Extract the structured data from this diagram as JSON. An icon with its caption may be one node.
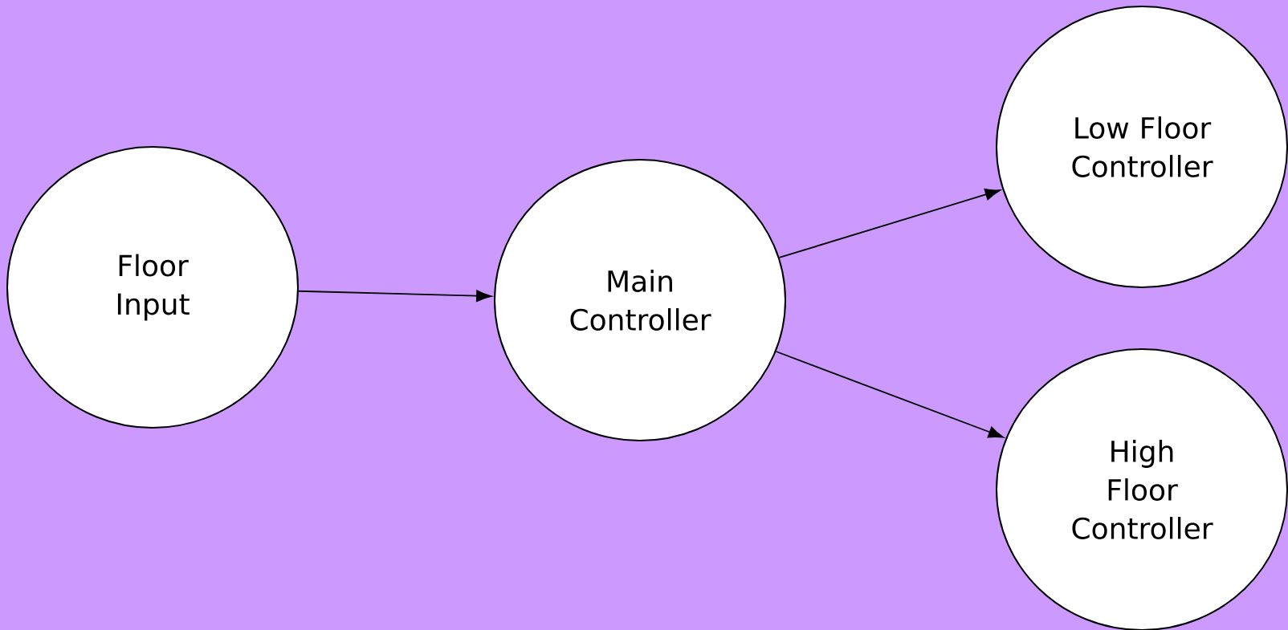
{
  "diagram": {
    "nodes": [
      {
        "text": [
          "Floor Input"
        ]
      },
      {
        "text": [
          "Main Controller"
        ]
      },
      {
        "text": [
          "Low Floor Controller"
        ]
      },
      {
        "text": [
          "High Floor Controller"
        ]
      }
    ],
    "edges": [
      {
        "from": 0,
        "to": 1,
        "arrow": "to"
      },
      {
        "from": 1,
        "to": 2,
        "arrow": "to"
      },
      {
        "from": 1,
        "to": 3,
        "arrow": "to"
      }
    ]
  }
}
